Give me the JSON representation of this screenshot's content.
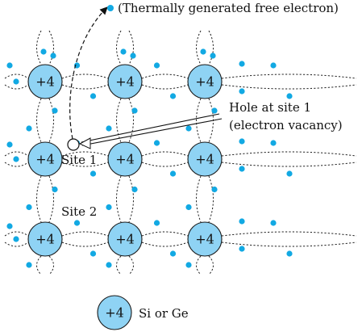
{
  "atom_charge": "+4",
  "labels": {
    "free_electron": "(Thermally generated free electron)",
    "hole_line1": "Hole at site 1",
    "hole_line2": "(electron vacancy)",
    "site1": "Site 1",
    "site2": "Site 2",
    "legend": "Si or Ge"
  },
  "colors": {
    "atom_fill": "#8fd3f4",
    "electron": "#12a9e3",
    "line": "#222222"
  }
}
